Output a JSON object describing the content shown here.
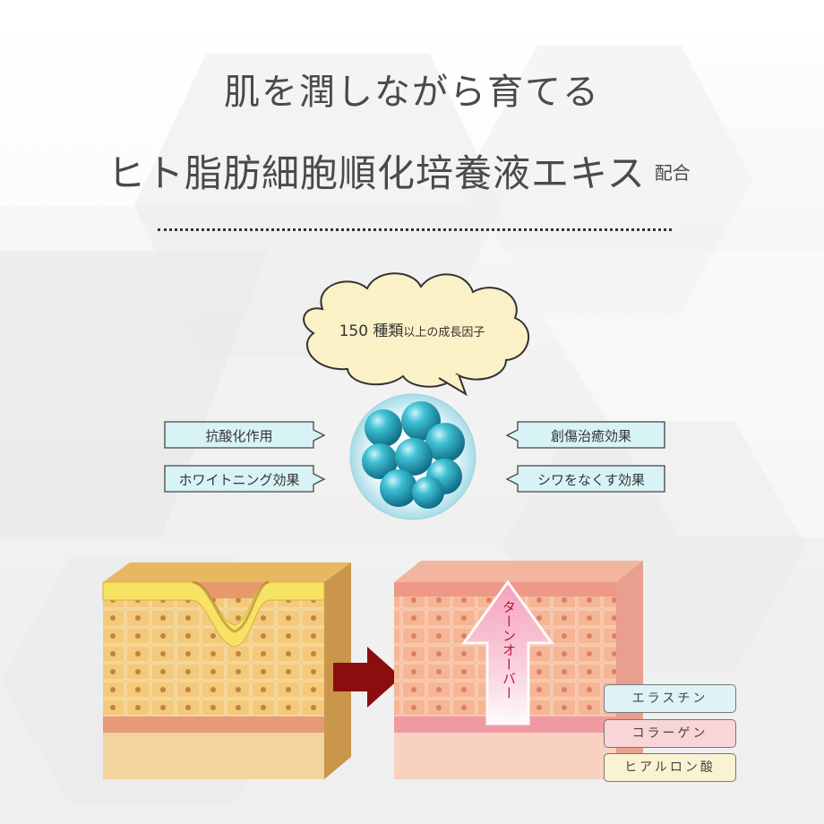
{
  "heading": {
    "line1": "肌を潤しながら育てる",
    "line2": "ヒト脂肪細胞順化培養液エキス",
    "line2_suffix": "配合"
  },
  "bubble": {
    "count": "150",
    "main": "種類",
    "sub": "以上の成長因子"
  },
  "effects": {
    "left_top": "抗酸化作用",
    "left_bottom": "ホワイトニング効果",
    "right_top": "創傷治癒効果",
    "right_bottom": "シワをなくす効果"
  },
  "turnover": "ターンオーバー",
  "ingredients": [
    {
      "label": "エラスチン",
      "color": "#dff3f6"
    },
    {
      "label": "コラーゲン",
      "color": "#f9d5d8"
    },
    {
      "label": "ヒアルロン酸",
      "color": "#fbf2d3"
    }
  ],
  "colors": {
    "cell_blue": "#2aa5bb",
    "arrow_red": "#8a0e0e",
    "callout": "#d8f3f5"
  }
}
